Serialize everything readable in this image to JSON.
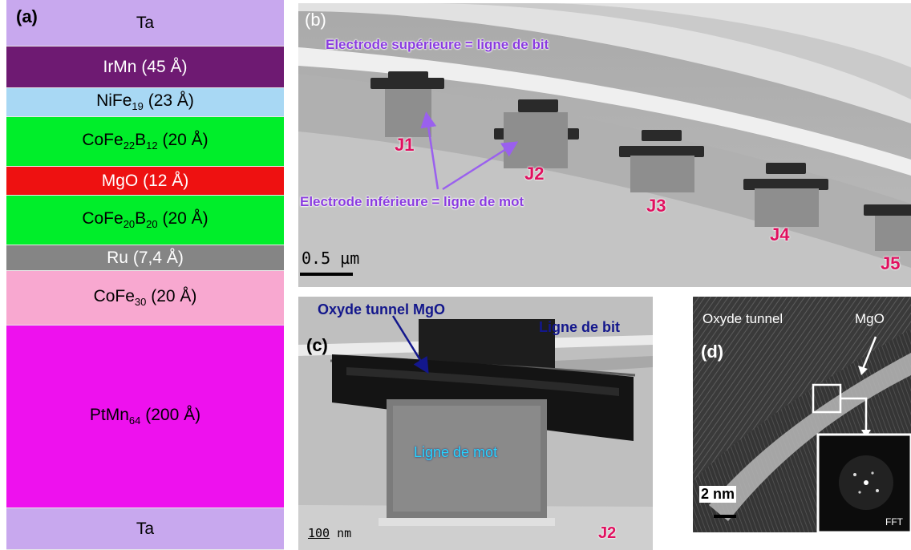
{
  "panel_a": {
    "label": "(a)",
    "layers": [
      {
        "pre": "",
        "name": "Ta",
        "sub": "",
        "post": "",
        "color": "#c8a8ee"
      },
      {
        "pre": "",
        "name": "IrMn (45 Å)",
        "sub": "",
        "post": "",
        "color": "#6e1a72"
      },
      {
        "pre": "",
        "name": "NiFe",
        "sub": "19",
        "post": " (23 Å)",
        "color": "#a8d8f4"
      },
      {
        "pre": "",
        "name": "CoFe",
        "sub": "22",
        "post": "B",
        "sub2": "12",
        "post2": " (20 Å)",
        "color": "#00ee2a"
      },
      {
        "pre": "",
        "name": "MgO (12 Å)",
        "sub": "",
        "post": "",
        "color": "#ee1111"
      },
      {
        "pre": "",
        "name": "CoFe",
        "sub": "20",
        "post": "B",
        "sub2": "20",
        "post2": " (20 Å)",
        "color": "#00ee2a"
      },
      {
        "pre": "",
        "name": "Ru (7,4 Å)",
        "sub": "",
        "post": "",
        "color": "#858585"
      },
      {
        "pre": "",
        "name": "CoFe",
        "sub": "30",
        "post": " (20 Å)",
        "color": "#f8a8d0"
      },
      {
        "pre": "",
        "name": "PtMn",
        "sub": "64",
        "post": " (200 Å)",
        "color": "#ee11ee"
      },
      {
        "pre": "",
        "name": "Ta",
        "sub": "",
        "post": "",
        "color": "#c8a8ee"
      }
    ]
  },
  "panel_b": {
    "label": "(b)",
    "top_electrode": "Electrode supérieure = ligne de bit",
    "bottom_electrode": "Electrode inférieure = ligne de mot",
    "junctions": [
      "J1",
      "J2",
      "J3",
      "J4",
      "J5"
    ],
    "scale_value": "0.5",
    "scale_unit": "µm"
  },
  "panel_c": {
    "label": "(c)",
    "barrier": "Oxyde tunnel MgO",
    "bit_line": "Ligne de bit",
    "word_line": "Ligne de mot",
    "junction": "J2",
    "scale_value": "100",
    "scale_unit": "nm"
  },
  "panel_d": {
    "label": "(d)",
    "oxide_label": "Oxyde tunnel",
    "mgo_label": "MgO",
    "scale": "2 nm",
    "fft_label": "FFT"
  }
}
